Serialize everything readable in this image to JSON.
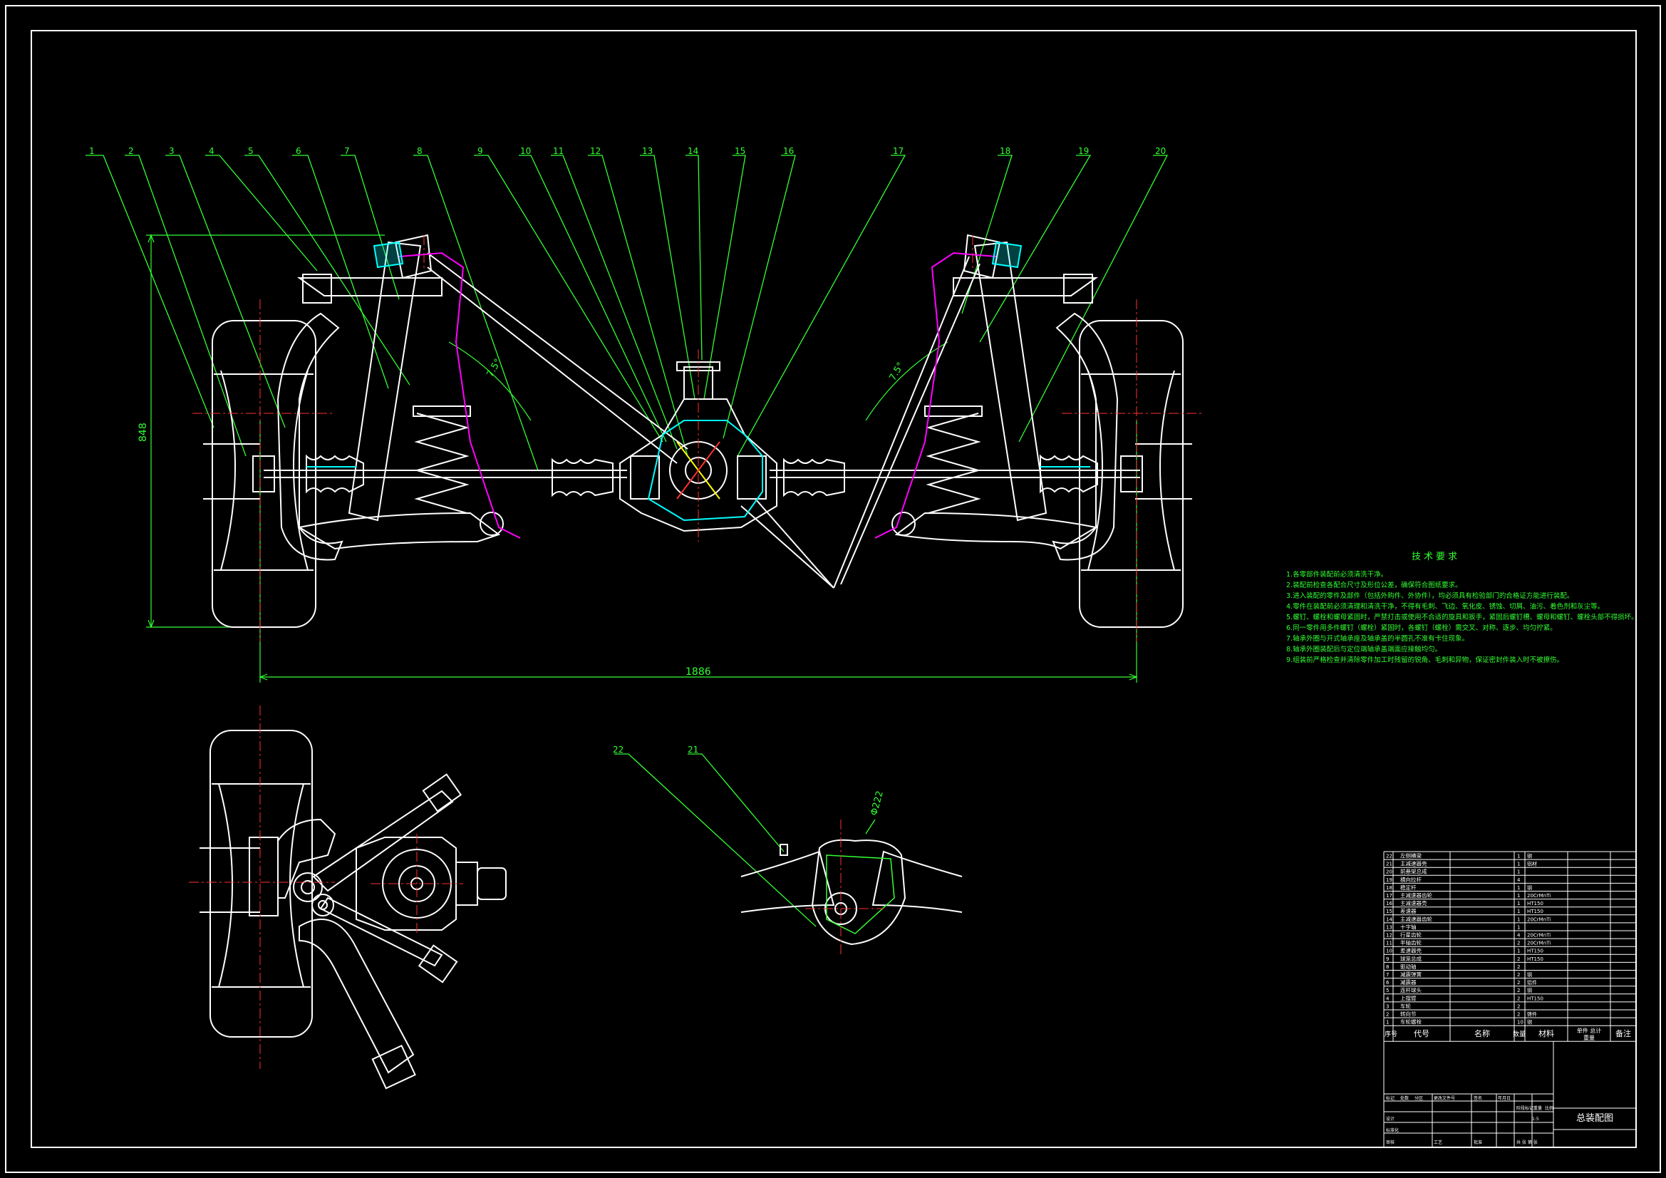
{
  "drawing": {
    "dimensions": {
      "overall_height": "848",
      "track_width": "1886",
      "diff_diameter": "Φ222"
    },
    "angle_labels": [
      "7.5°",
      "7.5°"
    ],
    "callouts": [
      "1",
      "2",
      "3",
      "4",
      "5",
      "6",
      "7",
      "8",
      "9",
      "10",
      "11",
      "12",
      "13",
      "14",
      "15",
      "16",
      "17",
      "18",
      "19",
      "20",
      "21",
      "22"
    ]
  },
  "tech_notes": {
    "title": "技术要求",
    "lines": [
      "1.各零部件装配前必须清洗干净。",
      "2.装配前检查各配合尺寸及形位公差，确保符合图纸要求。",
      "3.进入装配的零件及部件（包括外购件、外协件），均必须具有检验部门的合格证方能进行装配。",
      "4.零件在装配前必须清理和清洗干净，不得有毛刺、飞边、氧化皮、锈蚀、切屑、油污、着色剂和灰尘等。",
      "5.螺钉、螺栓和螺母紧固时，严禁打击或使用不合适的旋具和扳手，紧固后螺钉槽、螺母和螺钉、螺栓头部不得损坏。",
      "6.同一零件用多件螺钉（螺栓）紧固时，各螺钉（螺栓）需交叉、对称、逐步、均匀拧紧。",
      "7.轴承外圈与开式轴承座及轴承盖的半圆孔不准有卡住现象。",
      "8.轴承外圈装配后与定位端轴承盖端面应接触均匀。",
      "9.组装前严格检查并清除零件加工时残留的锐角、毛刺和异物，保证密封件装入时不被擦伤。"
    ]
  },
  "bom": {
    "rows": [
      {
        "no": "22",
        "name": "左侧横梁",
        "qty": "1",
        "mat": "钢"
      },
      {
        "no": "21",
        "name": "主减速器壳",
        "qty": "1",
        "mat": "铝材"
      },
      {
        "no": "20",
        "name": "前悬架总成",
        "qty": "1",
        "mat": ""
      },
      {
        "no": "19",
        "name": "横向拉杆",
        "qty": "4",
        "mat": ""
      },
      {
        "no": "18",
        "name": "稳定杆",
        "qty": "1",
        "mat": "钢"
      },
      {
        "no": "17",
        "name": "主减速器齿轮",
        "qty": "1",
        "mat": "20CrMnTi"
      },
      {
        "no": "16",
        "name": "主减速器壳",
        "qty": "1",
        "mat": "HT150"
      },
      {
        "no": "15",
        "name": "差速器",
        "qty": "1",
        "mat": "HT150"
      },
      {
        "no": "14",
        "name": "主减速器齿轮",
        "qty": "1",
        "mat": "20CrMnTi"
      },
      {
        "no": "13",
        "name": "十字轴",
        "qty": "1",
        "mat": ""
      },
      {
        "no": "12",
        "name": "行星齿轮",
        "qty": "4",
        "mat": "20CrMnTi"
      },
      {
        "no": "11",
        "name": "半轴齿轮",
        "qty": "2",
        "mat": "20CrMnTi"
      },
      {
        "no": "10",
        "name": "差速器壳",
        "qty": "1",
        "mat": "HT150"
      },
      {
        "no": "9",
        "name": "球笼总成",
        "qty": "2",
        "mat": "HT150"
      },
      {
        "no": "8",
        "name": "驱动轴",
        "qty": "2",
        "mat": ""
      },
      {
        "no": "7",
        "name": "减震弹簧",
        "qty": "2",
        "mat": "钢"
      },
      {
        "no": "6",
        "name": "减震器",
        "qty": "2",
        "mat": "铝件"
      },
      {
        "no": "5",
        "name": "连杆球头",
        "qty": "2",
        "mat": "钢"
      },
      {
        "no": "4",
        "name": "上摆臂",
        "qty": "2",
        "mat": "HT150"
      },
      {
        "no": "3",
        "name": "车轮",
        "qty": "2",
        "mat": ""
      },
      {
        "no": "2",
        "name": "转向节",
        "qty": "2",
        "mat": "铸件"
      },
      {
        "no": "1",
        "name": "车轮螺栓",
        "qty": "10",
        "mat": "钢"
      }
    ],
    "header": {
      "no": "序号",
      "code": "代号",
      "name": "名称",
      "qty": "数量",
      "mat": "材料",
      "weight": "单件 总计",
      "weight_sub": "重量",
      "note": "备注"
    },
    "drawing_title": "总装配图",
    "small_labels": [
      "标记",
      "处数",
      "分区",
      "更改文件号",
      "签名",
      "年月日",
      "阶段标记",
      "重量",
      "比例",
      "设计",
      "标准化",
      "审核",
      "工艺",
      "批准",
      "1:5",
      "共 张 第 张"
    ]
  },
  "colors": {
    "white": "#ffffff",
    "green": "#33ff33",
    "cyan": "#00ffff",
    "magenta": "#ff00ff",
    "red": "#ff3030",
    "yellow": "#ffff00"
  }
}
